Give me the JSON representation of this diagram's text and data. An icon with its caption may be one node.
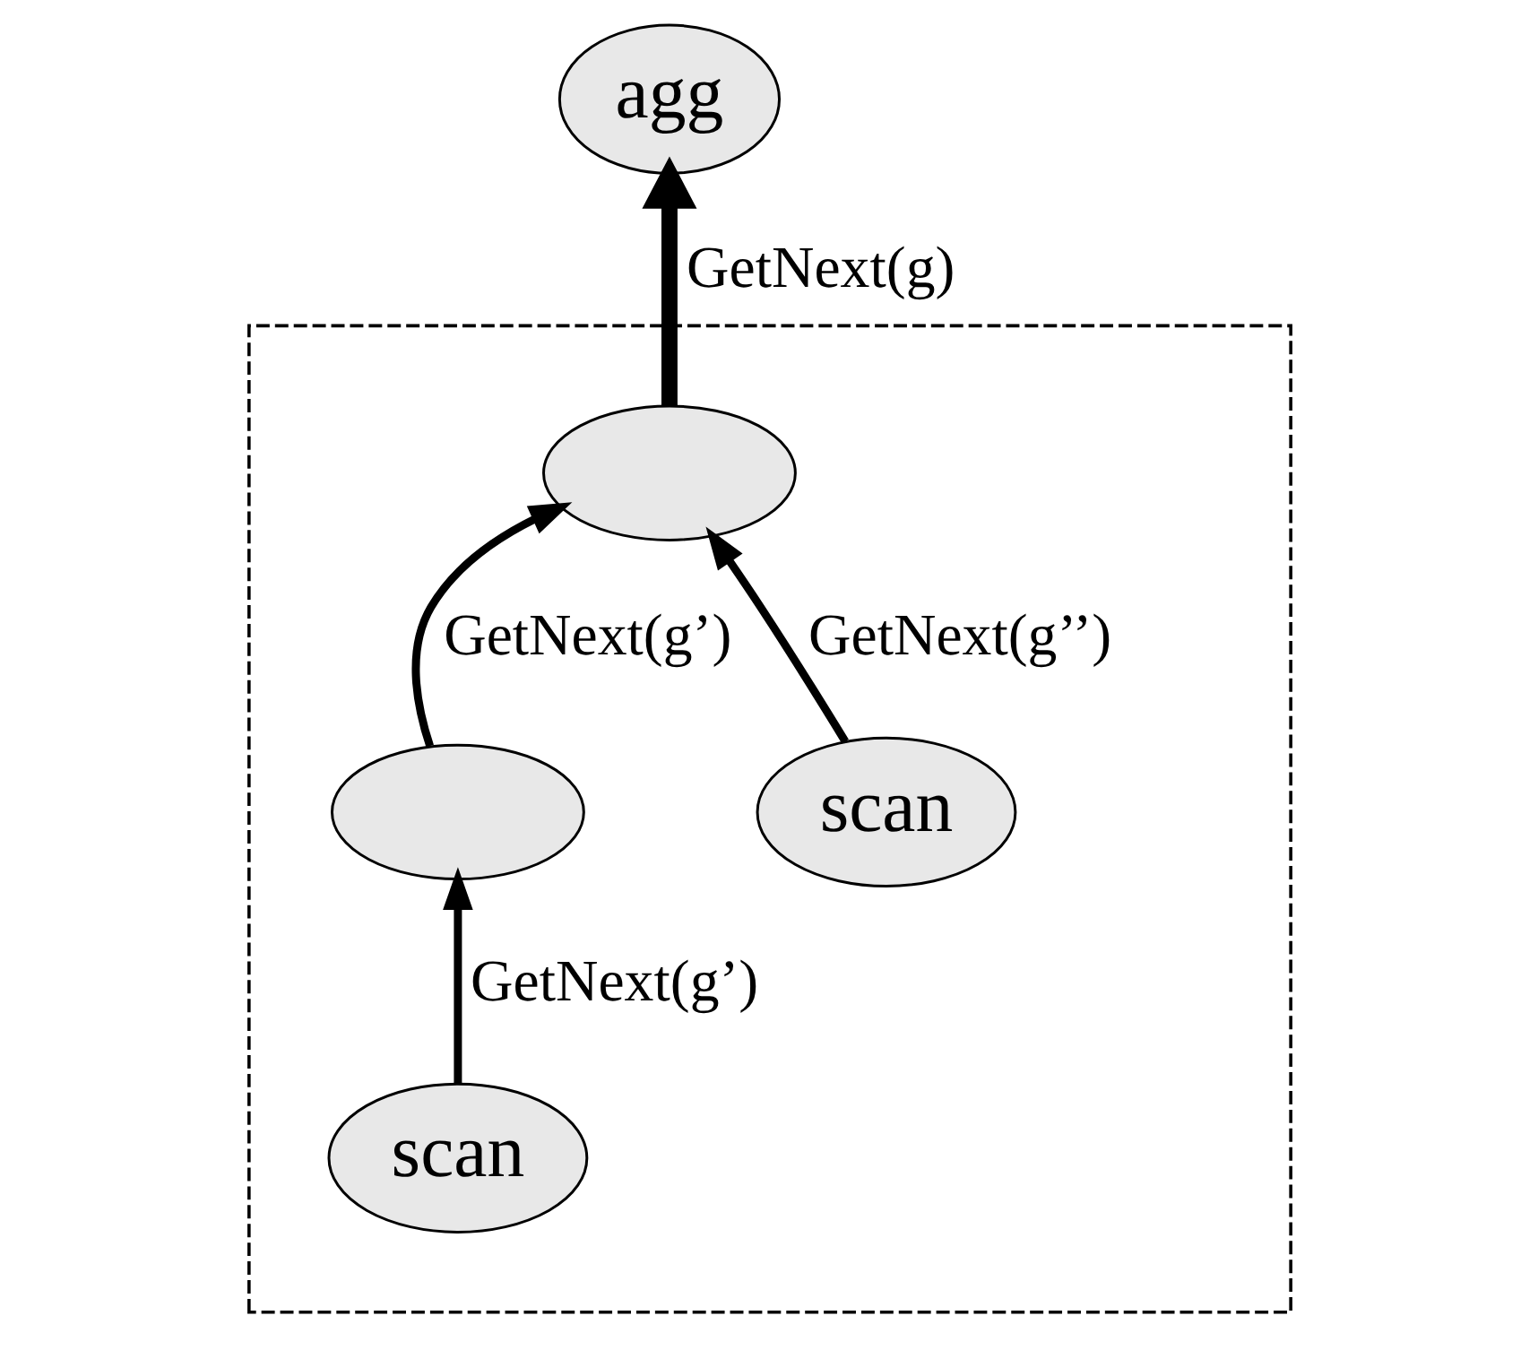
{
  "diagram": {
    "nodes": [
      {
        "text": [
          "agg"
        ]
      },
      {
        "text": [],
        "shape": "trapezoid"
      },
      {
        "text": [],
        "shape": "ellipse",
        "in": 1
      },
      {
        "text": [],
        "shape": "ellipse",
        "in": 1
      },
      {
        "text": [
          "scan"
        ],
        "in": 1
      },
      {
        "text": [
          "scan"
        ],
        "in": 1
      }
    ],
    "edges": [
      {
        "from": 2,
        "to": 0,
        "arrow": "to",
        "label": "GetNext(g)",
        "style": "thick"
      },
      {
        "from": 3,
        "to": 2,
        "arrow": "to",
        "label": "GetNext(g’)"
      },
      {
        "from": 4,
        "to": 2,
        "arrow": "to",
        "label": "GetNext(g’’)"
      },
      {
        "from": 5,
        "to": 3,
        "arrow": "to",
        "label": "GetNext(g’)"
      }
    ]
  }
}
